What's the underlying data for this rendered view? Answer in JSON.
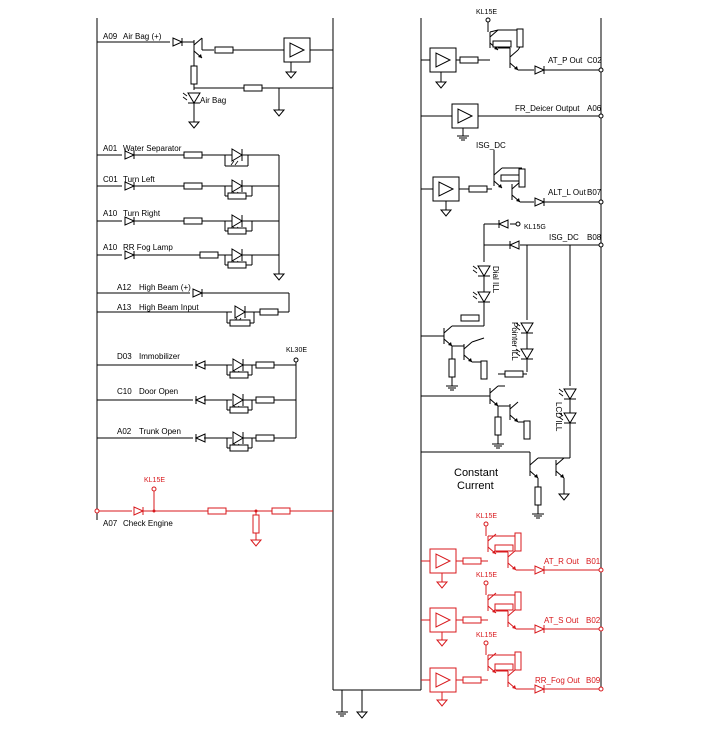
{
  "colors": {
    "normal": "#000000",
    "highlight": "#d8181c"
  },
  "left_signals": {
    "airbag": {
      "pin": "A09",
      "name": "Air Bag (+)",
      "lamp": "Air Bag"
    },
    "water_sep": {
      "pin": "A01",
      "name": "Water Separator"
    },
    "turn_left": {
      "pin": "C01",
      "name": "Turn Left"
    },
    "turn_right": {
      "pin": "A10",
      "name": "Turn Right"
    },
    "rr_fog": {
      "pin": "A10",
      "name": "RR Fog Lamp"
    },
    "high_beam_plus": {
      "pin": "A12",
      "name": "High Beam (+)"
    },
    "high_beam_input": {
      "pin": "A13",
      "name": "High Beam Input"
    },
    "immobilizer": {
      "pin": "D03",
      "name": "Immobilizer"
    },
    "door_open": {
      "pin": "C10",
      "name": "Door Open"
    },
    "trunk_open": {
      "pin": "A02",
      "name": "Trunk Open"
    },
    "check_engine": {
      "pin": "A07",
      "name": "Check Engine"
    }
  },
  "supplies": {
    "kl15e": "KL15E",
    "kl30e": "KL30E",
    "kl15g": "KL15G"
  },
  "right_outputs": {
    "at_p": {
      "name": "AT_P Out",
      "pin": "C02"
    },
    "fr_deicer": {
      "name": "FR_Deicer Output",
      "pin": "A06"
    },
    "alt_l": {
      "name": "ALT_L Out",
      "pin": "B07"
    },
    "isg_dc_label": "ISG_DC",
    "isg_dc_out": {
      "name": "ISG_DC",
      "pin": "B08"
    },
    "at_r": {
      "name": "AT_R Out",
      "pin": "B01"
    },
    "at_s": {
      "name": "AT_S Out",
      "pin": "B02"
    },
    "rr_fog_out": {
      "name": "RR_Fog Out",
      "pin": "B09"
    }
  },
  "illumination": {
    "dial": "Dial ILL",
    "pointer": "Pointer ILL",
    "lcd": "LCD ILL"
  },
  "constant_current": {
    "line1": "Constant",
    "line2": "Current"
  }
}
